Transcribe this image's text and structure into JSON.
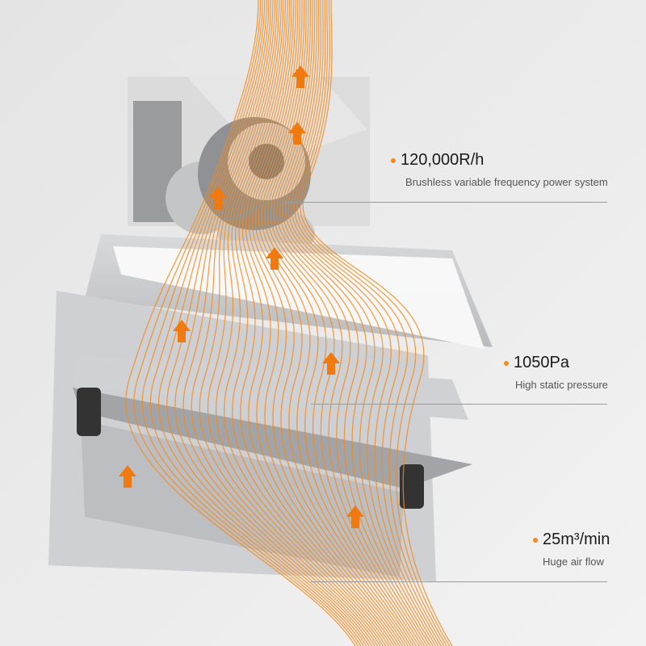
{
  "accent_color": "#f28a1c",
  "features": [
    {
      "title": "120,000R/h",
      "subtitle": "Brushless variable frequency power system"
    },
    {
      "title": "1050Pa",
      "subtitle": "High static pressure"
    },
    {
      "title": "25m³/min",
      "subtitle": "Huge air flow"
    }
  ]
}
